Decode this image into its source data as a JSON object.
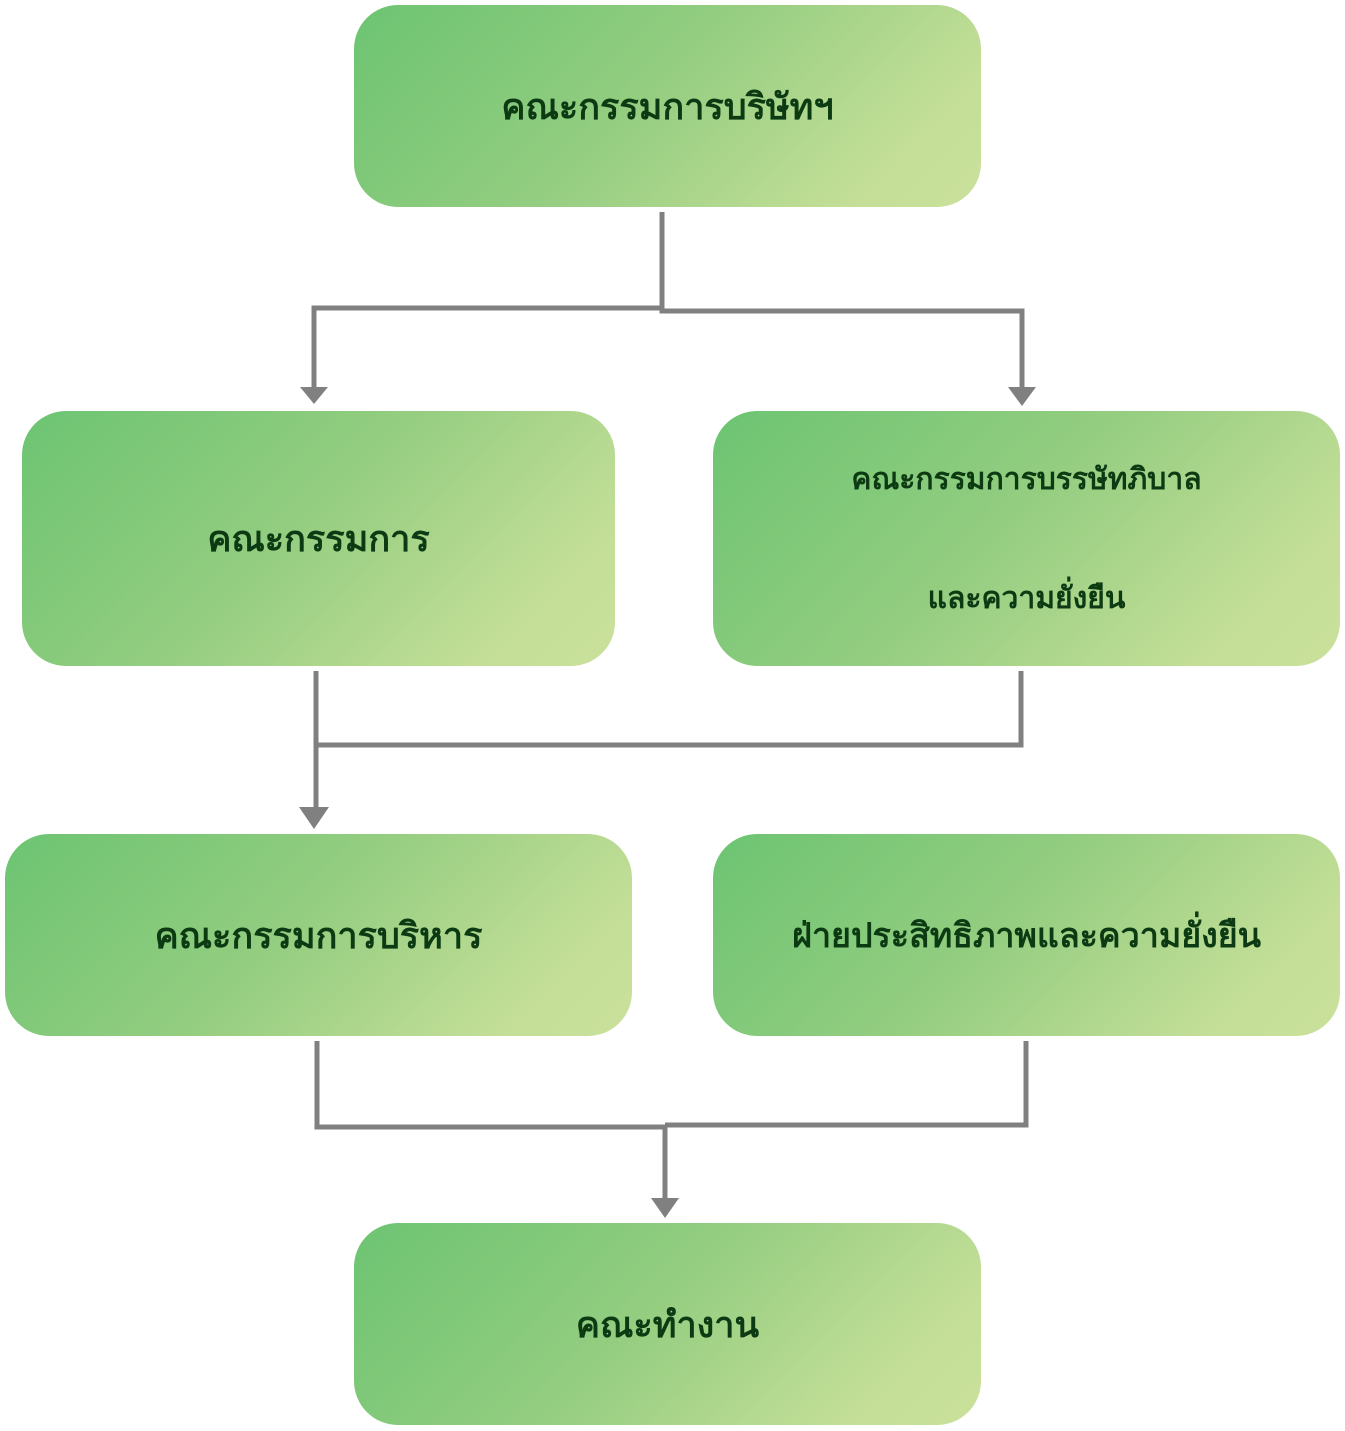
{
  "diagram": {
    "colors": {
      "box_gradient_start": "#6cc472",
      "box_gradient_end": "#c9e09a",
      "text": "#0c3a12",
      "connector": "#808080"
    },
    "nodes": {
      "board": {
        "label": "คณะกรรมการบริษัทฯ"
      },
      "committee": {
        "label": "คณะกรรมการ"
      },
      "governance": {
        "line1": "คณะกรรมการบรรษัทภิบาล",
        "line2": "และความยั่งยืน"
      },
      "executive": {
        "label": "คณะกรรมการบริหาร"
      },
      "efficiency": {
        "label": "ฝ่ายประสิทธิภาพและความยั่งยืน"
      },
      "working": {
        "label": "คณะทำงาน"
      }
    },
    "edges": [
      {
        "from": "board",
        "to": "committee"
      },
      {
        "from": "board",
        "to": "governance"
      },
      {
        "from": "committee",
        "to": "executive"
      },
      {
        "from": "governance",
        "to": "executive"
      },
      {
        "from": "executive",
        "to": "working"
      },
      {
        "from": "efficiency",
        "to": "working"
      }
    ]
  }
}
